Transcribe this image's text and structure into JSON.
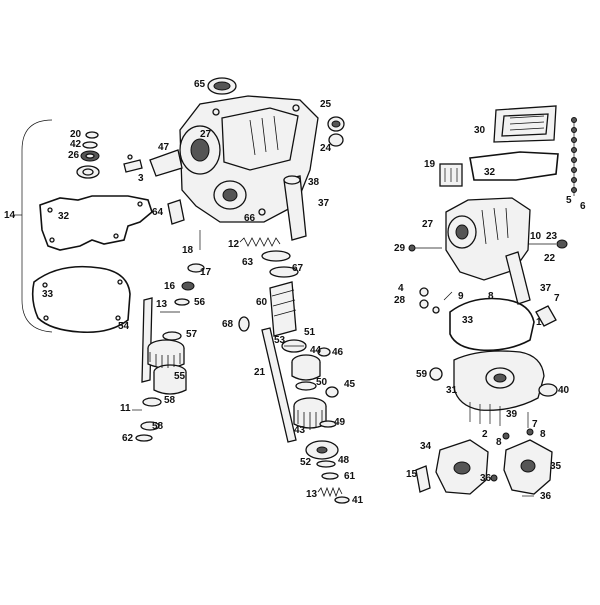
{
  "labels": {
    "l65": "65",
    "l25": "25",
    "l27a": "27",
    "l20": "20",
    "l42": "42",
    "l26": "26",
    "l47": "47",
    "l24": "24",
    "l3": "3",
    "l38": "38",
    "l37a": "37",
    "l14": "14",
    "l32a": "32",
    "l64": "64",
    "l66": "66",
    "l12": "12",
    "l18": "18",
    "l63": "63",
    "l67": "67",
    "l17": "17",
    "l16": "16",
    "l33a": "33",
    "l56": "56",
    "l60": "60",
    "l13a": "13",
    "l68": "68",
    "l54": "54",
    "l57": "57",
    "l51": "51",
    "l53": "53",
    "l44": "44",
    "l46": "46",
    "l55": "55",
    "l21": "21",
    "l50": "50",
    "l45": "45",
    "l11": "11",
    "l58a": "58",
    "l58b": "58",
    "l62": "62",
    "l43": "43",
    "l49": "49",
    "l52": "52",
    "l48": "48",
    "l61": "61",
    "l13b": "13",
    "l41": "41",
    "l30": "30",
    "l19": "19",
    "l32b": "32",
    "l5": "5",
    "l6": "6",
    "l27b": "27",
    "l10": "10",
    "l23": "23",
    "l29": "29",
    "l22": "22",
    "l4": "4",
    "l28": "28",
    "l9": "9",
    "l8a": "8",
    "l37b": "37",
    "l7a": "7",
    "l33b": "33",
    "l1": "1",
    "l59": "59",
    "l31": "31",
    "l40": "40",
    "l39": "39",
    "l2": "2",
    "l7b": "7",
    "l8b": "8",
    "l8c": "8",
    "l34": "34",
    "l35": "35",
    "l15": "15",
    "l36a": "36",
    "l36b": "36"
  },
  "colors": {
    "ink": "#111111",
    "part_fill": "#f2f2f2",
    "shade": "#555555"
  }
}
